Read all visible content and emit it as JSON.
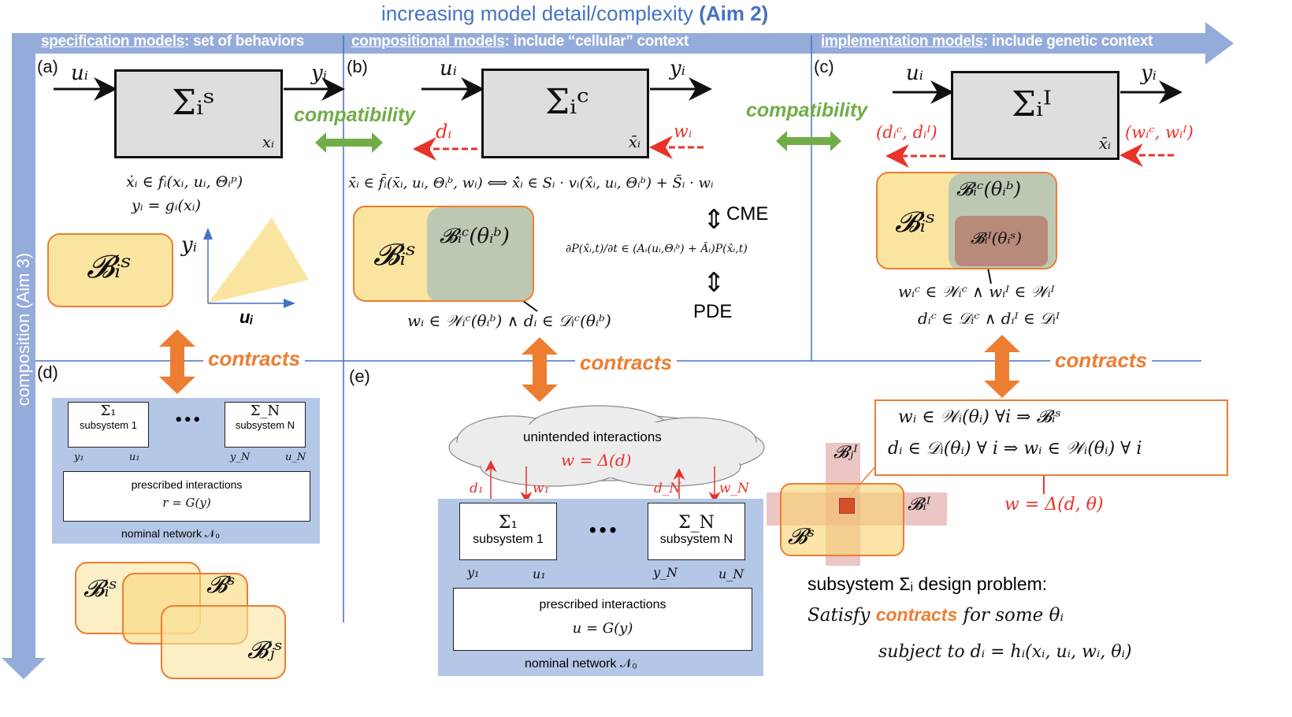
{
  "title": {
    "text": "increasing model detail/complexity ",
    "emph": "(Aim 2)"
  },
  "vertical_axis": "composition (Aim 3)",
  "headers": [
    {
      "underlined": "specification models",
      "rest": ": set of behaviors"
    },
    {
      "underlined": "compositional models",
      "rest": ": include “cellular” context"
    },
    {
      "underlined": "implementation models",
      "rest": ": include genetic context"
    }
  ],
  "colors": {
    "band": "#95abd9",
    "title": "#4472c4",
    "compat": "#70ad47",
    "contracts": "#ed7d31",
    "red": "#e8322a",
    "yellow": "#fae5a0",
    "green": "#bdc8b3",
    "brown": "#b88a7a",
    "panel": "#b4c7e7"
  },
  "panel_a": {
    "label": "(a)",
    "input": "uᵢ",
    "output": "yᵢ",
    "system": "Σᵢˢ",
    "state": "xᵢ",
    "eq1": "ẋᵢ ∈ fᵢ(xᵢ, uᵢ, Θᵢᵖ)",
    "eq2": "yᵢ = gᵢ(xᵢ)",
    "behavior": "𝓑ᵢˢ",
    "plot_y": "yᵢ",
    "plot_x": "uᵢ"
  },
  "panel_b": {
    "label": "(b)",
    "input": "uᵢ",
    "output": "yᵢ",
    "system": "Σᵢᶜ",
    "state": "x̄ᵢ",
    "disturbance_out": "dᵢ",
    "disturbance_in": "wᵢ",
    "eq1": "x̄̇ᵢ ∈ f̄ᵢ(x̄ᵢ, uᵢ, Θᵢᵇ, wᵢ) ⟺ x̂̇ᵢ ∈ Sᵢ · vᵢ(x̂ᵢ, uᵢ, Θᵢᵇ) + S̃ᵢ · wᵢ",
    "cme": "CME",
    "eq_cme": "∂P(x̂ᵢ,t)/∂t ∈ (Aᵢ(uᵢ,Θᵢᵇ) + Ãᵢ)P(x̂ᵢ,t)",
    "pde": "PDE",
    "behavior_s": "𝓑ᵢˢ",
    "behavior_c": "𝓑ᵢᶜ(θᵢᵇ)",
    "constraint": "wᵢ ∈ 𝒲ᵢᶜ(θᵢᵇ)  ∧ dᵢ ∈ 𝒟ᵢᶜ(θᵢᵇ)"
  },
  "panel_c": {
    "label": "(c)",
    "input": "uᵢ",
    "output": "yᵢ",
    "system": "Σᵢᴵ",
    "state": "x̄ᵢ",
    "disturbance_out": "(dᵢᶜ, dᵢᴵ)",
    "disturbance_in": "(wᵢᶜ, wᵢᴵ)",
    "behavior_s": "𝓑ᵢˢ",
    "behavior_c": "𝓑ᵢᶜ(θᵢᵇ)",
    "behavior_i": "𝓑ᵢᴵ(θᵢˢ)",
    "constraint1": "wᵢᶜ ∈ 𝒲ᵢᶜ ∧ wᵢᴵ ∈ 𝒲ᵢᴵ",
    "constraint2": "dᵢᶜ ∈ 𝒟ᵢᶜ  ∧  dᵢᴵ ∈ 𝒟ᵢᴵ"
  },
  "compatibility": [
    "compatibility",
    "compatibility"
  ],
  "contracts": [
    "contracts",
    "contracts",
    "contracts"
  ],
  "panel_d": {
    "label": "(d)",
    "sub1": {
      "sym": "Σ₁",
      "name": "subsystem 1",
      "y": "y₁",
      "u": "u₁"
    },
    "subN": {
      "sym": "Σ_N",
      "name": "subsystem N",
      "y": "y_N",
      "u": "u_N"
    },
    "dots": "•••",
    "prescribed": "prescribed interactions",
    "law": "r = G(y)",
    "network": "nominal network  𝒩₀",
    "behaviors": [
      "𝓑ᵢˢ",
      "𝓑ˢ",
      "𝓑ⱼˢ"
    ]
  },
  "panel_e": {
    "label": "(e)",
    "cloud_title": "unintended interactions",
    "cloud_law": "w = Δ(d)",
    "d1": "d₁",
    "w1": "w₁",
    "dN": "d_N",
    "wN": "w_N",
    "sub1": {
      "sym": "Σ₁",
      "name": "subsystem 1",
      "y": "y₁",
      "u": "u₁"
    },
    "subN": {
      "sym": "Σ_N",
      "name": "subsystem N",
      "y": "y_N",
      "u": "u_N"
    },
    "dots": "•••",
    "prescribed": "prescribed interactions",
    "law": "u = G(y)",
    "network": "nominal network  𝒩₀"
  },
  "panel_f": {
    "contract1": "wᵢ ∈ 𝒲ᵢ(θᵢ) ∀i  ⇒  𝓑ᵢˢ",
    "contract2": "dᵢ ∈ 𝒟ᵢ(θᵢ) ∀ i ⇒  wᵢ ∈ 𝒲ᵢ(θᵢ) ∀ i",
    "law": "w = Δ(d, θ)",
    "bj": "𝓑ⱼᴵ",
    "bi": "𝓑ᵢᴵ",
    "bs": "𝓑ˢ",
    "problem1": "subsystem  Σᵢ  design problem:",
    "problem2_a": "Satisfy ",
    "problem2_b": "contracts",
    "problem2_c": " for some  θᵢ",
    "problem3": "subject to  dᵢ = hᵢ(xᵢ, uᵢ, wᵢ, θᵢ)"
  }
}
